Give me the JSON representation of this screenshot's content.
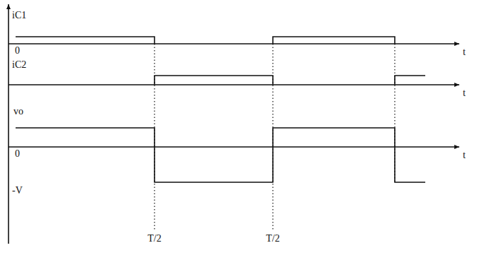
{
  "diagram": {
    "labels": [
      "iC1",
      "0",
      "t",
      "iC2",
      "t",
      "vo",
      "0",
      "t",
      "-V",
      "T/2",
      "T/2"
    ]
  }
}
